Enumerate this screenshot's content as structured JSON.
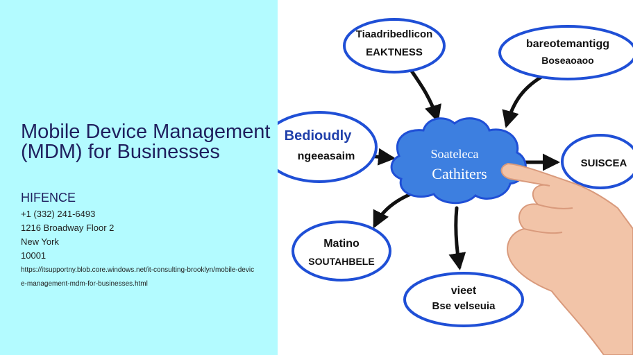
{
  "page": {
    "title": "Mobile Device Management (MDM) for Businesses",
    "company": "HIFENCE",
    "phone": "+1 (332) 241-6493",
    "address_line": "1216 Broadway Floor 2",
    "city": "New York",
    "zip": "10001",
    "url": "https://itsupportny.blob.core.windows.net/it-consulting-brooklyn/mobile-device-management-mdm-for-businesses.html"
  },
  "illustration": {
    "center_label_1": "Soateleca",
    "center_label_2": "Cathiters",
    "nodes": [
      {
        "line1": "Tiaadribedlicon",
        "line2": "EAKTNESS"
      },
      {
        "line1": "bareotemantigg",
        "line2": "Boseaoaoo"
      },
      {
        "line1": "Bedioudly",
        "line2": "ngeeasaim"
      },
      {
        "line1": "",
        "line2": "SUISCEA"
      },
      {
        "line1": "Matino",
        "line2": "SOUTAHBELE"
      },
      {
        "line1": "vieet",
        "line2": "Bse velseuia"
      }
    ],
    "colors": {
      "node_stroke": "#1f4fd6",
      "cloud_fill": "#3d7fe0",
      "arrow": "#111111",
      "hand": "#f2c4a8"
    }
  }
}
